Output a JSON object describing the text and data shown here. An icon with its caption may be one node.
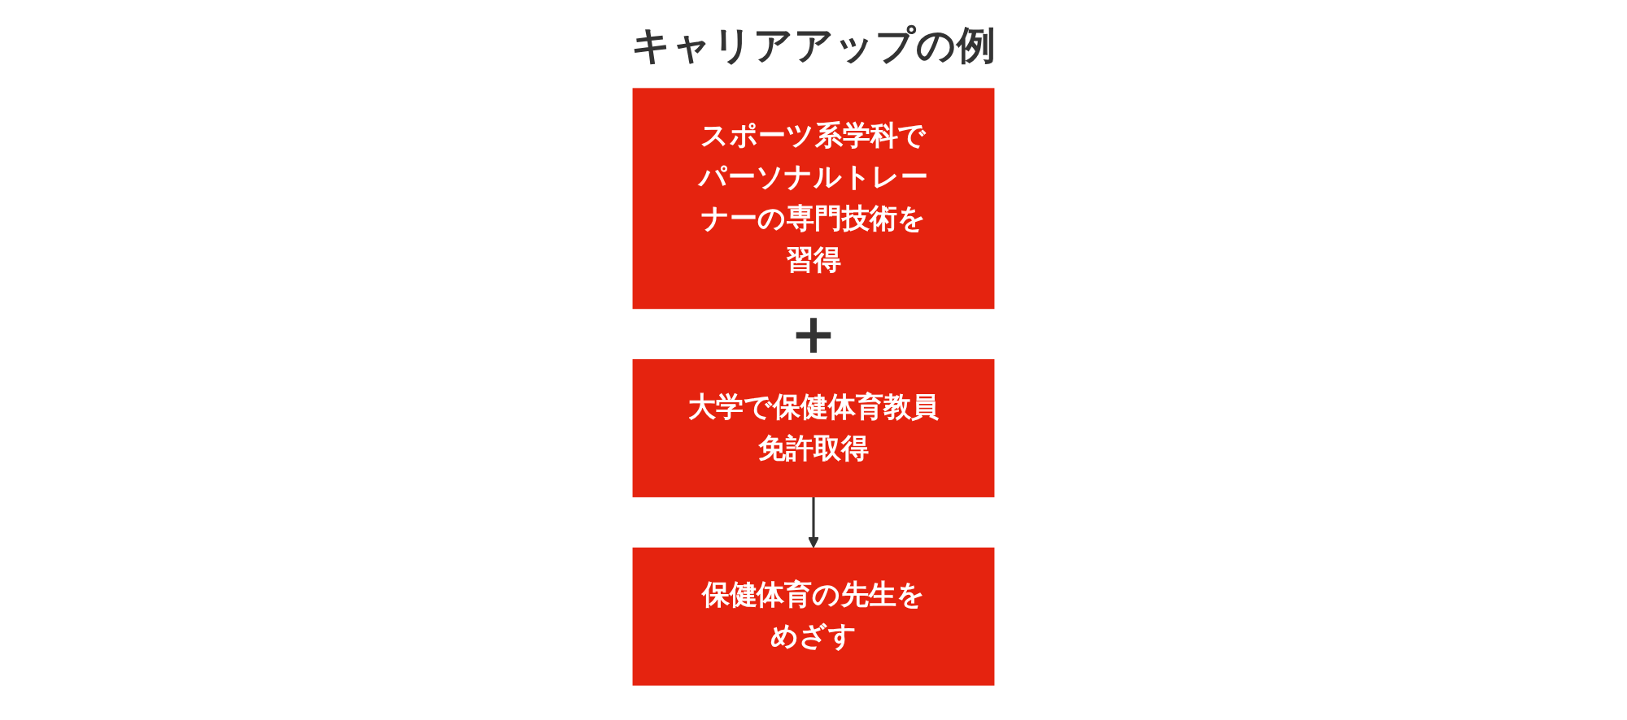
{
  "diagram": {
    "title": "キャリアアップの例",
    "nodes": [
      {
        "text": [
          "スポーツ系学科でパーソナルトレーナーの専門技術を習得"
        ]
      },
      {
        "text": [
          "大学で保健体育教員免許取得"
        ]
      },
      {
        "text": [
          "保健体育の先生をめざす"
        ]
      }
    ],
    "edges": [
      {
        "from": 1,
        "to": 2,
        "arrow": "to"
      }
    ],
    "labels": [
      "+"
    ]
  }
}
